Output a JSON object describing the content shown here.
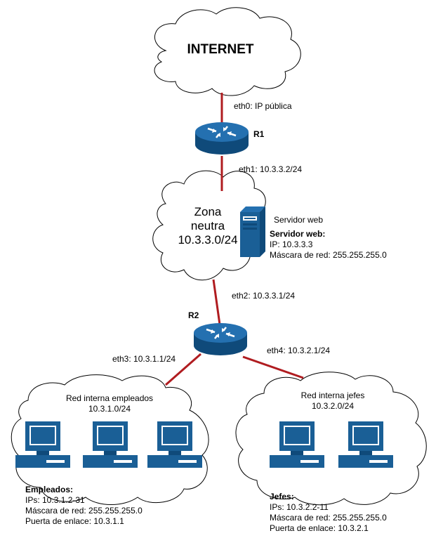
{
  "internet": {
    "label": "INTERNET"
  },
  "r1": {
    "name": "R1",
    "eth0": "eth0: IP pública",
    "eth1": "eth1: 10.3.3.2/24"
  },
  "dmz": {
    "line1": "Zona",
    "line2": "neutra",
    "line3": "10.3.3.0/24"
  },
  "web_server": {
    "caption": "Servidor web",
    "title": "Servidor web:",
    "ip": "IP: 10.3.3.3",
    "mask": "Máscara de red: 255.255.255.0"
  },
  "r2": {
    "name": "R2",
    "eth2": "eth2: 10.3.3.1/24",
    "eth3": "eth3: 10.3.1.1/24",
    "eth4": "eth4: 10.3.2.1/24"
  },
  "employees_net": {
    "title": "Red interna empleados",
    "subnet": "10.3.1.0/24"
  },
  "bosses_net": {
    "title": "Red interna jefes",
    "subnet": "10.3.2.0/24"
  },
  "employees_info": {
    "title": "Empleados:",
    "ips": "IPs: 10.3.1.2-31",
    "mask": "Máscara de red: 255.255.255.0",
    "gateway": "Puerta de enlace: 10.3.1.1"
  },
  "bosses_info": {
    "title": "Jefes:",
    "ips": "IPs: 10.3.2.2-11",
    "mask": "Máscara de red: 255.255.255.0",
    "gateway": "Puerta de enlace: 10.3.2.1"
  },
  "colors": {
    "link": "#b01c20",
    "device": "#1a5f96",
    "device_dark": "#0f4a7a",
    "screen": "#ffffff",
    "cloud_stroke": "#000000"
  }
}
